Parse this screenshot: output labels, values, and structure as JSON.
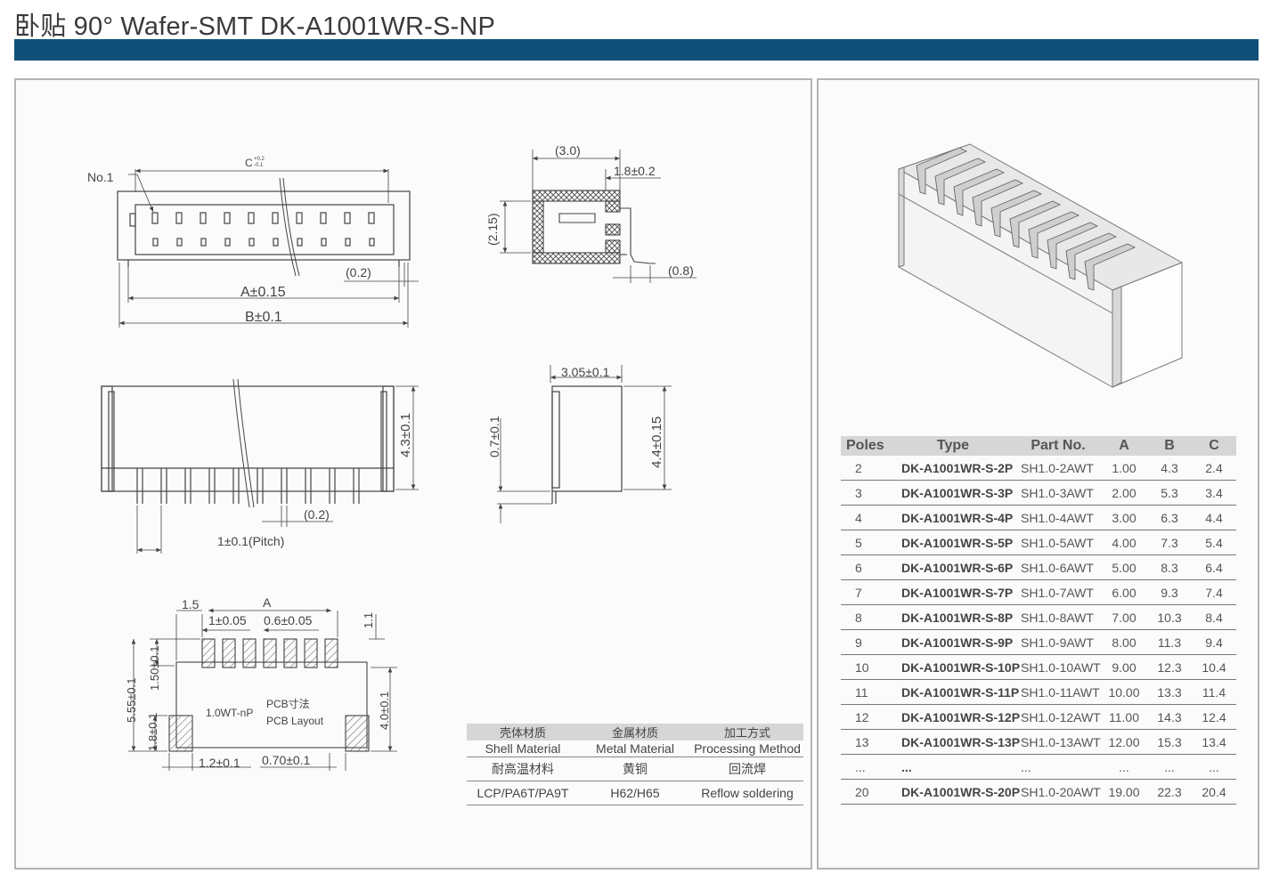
{
  "header": {
    "title": "卧贴 90° Wafer-SMT DK-A1001WR-S-NP",
    "bar_color": "#0f5078"
  },
  "top_view": {
    "pin1_label": "No.1",
    "c_label": "C",
    "c_tol_upper": "+0.2",
    "c_tol_lower": "-0.1",
    "dim_gap": "(0.2)",
    "dim_a": "A±0.15",
    "dim_b": "B±0.1"
  },
  "side_view": {
    "dim_3": "(3.0)",
    "dim_18": "1.8±0.2",
    "dim_215": "(2.15)",
    "dim_08": "(0.8)"
  },
  "front_view": {
    "dim_height": "4.3±0.1",
    "dim_gap": "(0.2)",
    "dim_pitch": "1±0.1(Pitch)"
  },
  "end_view": {
    "dim_width": "3.05±0.1",
    "dim_07": "0.7±0.1",
    "dim_height": "4.4±0.15"
  },
  "layout_view": {
    "dim_15": "1.5",
    "dim_a": "A",
    "dim_pad_pitch": "1±0.05",
    "dim_pad_width": "0.6±0.05",
    "dim_11": "1.1",
    "dim_150": "1.50±0.1",
    "dim_555": "5.55±0.1",
    "dim_18": "1.8±0.1",
    "dim_40": "4.0±0.1",
    "dim_12": "1.2±0.1",
    "dim_070": "0.70±0.1",
    "wire_label": "1.0WT-nP",
    "pcb_zh": "PCB寸法",
    "pcb_en": "PCB Layout"
  },
  "materials": {
    "headers_zh": [
      "壳体材质",
      "金属材质",
      "加工方式"
    ],
    "headers_en": [
      "Shell Material",
      "Metal Material",
      "Processing Method"
    ],
    "rows": [
      [
        "耐高温材料",
        "黄铜",
        "回流焊"
      ],
      [
        "LCP/PA6T/PA9T",
        "H62/H65",
        "Reflow soldering"
      ]
    ]
  },
  "spec_table": {
    "headers": [
      "Poles",
      "Type",
      "Part No.",
      "A",
      "B",
      "C"
    ],
    "rows": [
      [
        "2",
        "DK-A1001WR-S-2P",
        "SH1.0-2AWT",
        "1.00",
        "4.3",
        "2.4"
      ],
      [
        "3",
        "DK-A1001WR-S-3P",
        "SH1.0-3AWT",
        "2.00",
        "5.3",
        "3.4"
      ],
      [
        "4",
        "DK-A1001WR-S-4P",
        "SH1.0-4AWT",
        "3.00",
        "6.3",
        "4.4"
      ],
      [
        "5",
        "DK-A1001WR-S-5P",
        "SH1.0-5AWT",
        "4.00",
        "7.3",
        "5.4"
      ],
      [
        "6",
        "DK-A1001WR-S-6P",
        "SH1.0-6AWT",
        "5.00",
        "8.3",
        "6.4"
      ],
      [
        "7",
        "DK-A1001WR-S-7P",
        "SH1.0-7AWT",
        "6.00",
        "9.3",
        "7.4"
      ],
      [
        "8",
        "DK-A1001WR-S-8P",
        "SH1.0-8AWT",
        "7.00",
        "10.3",
        "8.4"
      ],
      [
        "9",
        "DK-A1001WR-S-9P",
        "SH1.0-9AWT",
        "8.00",
        "11.3",
        "9.4"
      ],
      [
        "10",
        "DK-A1001WR-S-10P",
        "SH1.0-10AWT",
        "9.00",
        "12.3",
        "10.4"
      ],
      [
        "11",
        "DK-A1001WR-S-11P",
        "SH1.0-11AWT",
        "10.00",
        "13.3",
        "11.4"
      ],
      [
        "12",
        "DK-A1001WR-S-12P",
        "SH1.0-12AWT",
        "11.00",
        "14.3",
        "12.4"
      ],
      [
        "13",
        "DK-A1001WR-S-13P",
        "SH1.0-13AWT",
        "12.00",
        "15.3",
        "13.4"
      ],
      [
        "...",
        "...",
        "...",
        "...",
        "...",
        "..."
      ],
      [
        "20",
        "DK-A1001WR-S-20P",
        "SH1.0-20AWT",
        "19.00",
        "22.3",
        "20.4"
      ]
    ]
  }
}
